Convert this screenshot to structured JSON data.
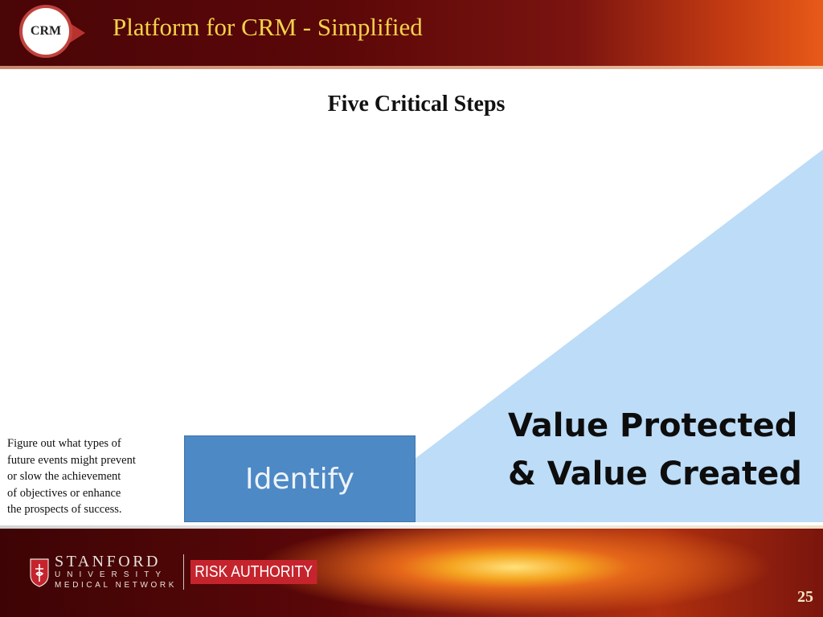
{
  "header": {
    "badge": "CRM",
    "title": "Platform for CRM - Simplified"
  },
  "main": {
    "subtitle": "Five Critical Steps",
    "step_label": "Identify",
    "description_lines": [
      "Figure out what types of",
      "future events might prevent",
      "or slow the achievement",
      "of objectives or enhance",
      "the prospects of success."
    ],
    "value_lines": [
      "Value Protected",
      "& Value Created"
    ]
  },
  "footer": {
    "logo_line1": "STANFORD",
    "logo_line2": "UNIVERSITY",
    "logo_line3": "MEDICAL NETWORK",
    "risk_label": "RISK AUTHORITY",
    "page_number": "25"
  },
  "colors": {
    "header_dark": "#4a0507",
    "title_yellow": "#f4d24a",
    "triangle_fill": "#bcdcf7",
    "step_blue": "#4d89c5",
    "risk_red": "#c5242d"
  }
}
